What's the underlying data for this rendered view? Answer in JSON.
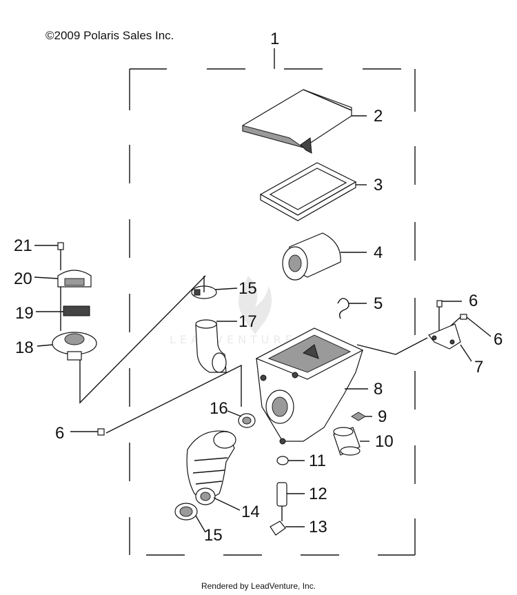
{
  "copyright": "©2009 Polaris Sales Inc.",
  "footer": "Rendered by LeadVenture, Inc.",
  "watermark": "LEADVENTURE",
  "callouts": {
    "c1": "1",
    "c2": "2",
    "c3": "3",
    "c4": "4",
    "c5": "5",
    "c6a": "6",
    "c6b": "6",
    "c6c": "6",
    "c7": "7",
    "c8": "8",
    "c9": "9",
    "c10": "10",
    "c11": "11",
    "c12": "12",
    "c13": "13",
    "c14": "14",
    "c15a": "15",
    "c15b": "15",
    "c16": "16",
    "c17": "17",
    "c18": "18",
    "c19": "19",
    "c20": "20",
    "c21": "21"
  },
  "parts": [
    {
      "callout": "1",
      "name": "air-box-assembly"
    },
    {
      "callout": "2",
      "name": "air-box-cover"
    },
    {
      "callout": "3",
      "name": "air-filter-element"
    },
    {
      "callout": "4",
      "name": "pre-filter"
    },
    {
      "callout": "5",
      "name": "clip"
    },
    {
      "callout": "6",
      "name": "bolt"
    },
    {
      "callout": "7",
      "name": "bracket"
    },
    {
      "callout": "8",
      "name": "air-box"
    },
    {
      "callout": "9",
      "name": "seal"
    },
    {
      "callout": "10",
      "name": "boot"
    },
    {
      "callout": "11",
      "name": "clamp"
    },
    {
      "callout": "12",
      "name": "drain-tube"
    },
    {
      "callout": "13",
      "name": "drain-plug"
    },
    {
      "callout": "14",
      "name": "intake-boot"
    },
    {
      "callout": "15",
      "name": "hose-clamp"
    },
    {
      "callout": "16",
      "name": "clamp"
    },
    {
      "callout": "17",
      "name": "intake-elbow"
    },
    {
      "callout": "18",
      "name": "base-plate"
    },
    {
      "callout": "19",
      "name": "spring"
    },
    {
      "callout": "20",
      "name": "cap"
    },
    {
      "callout": "21",
      "name": "screw"
    }
  ]
}
